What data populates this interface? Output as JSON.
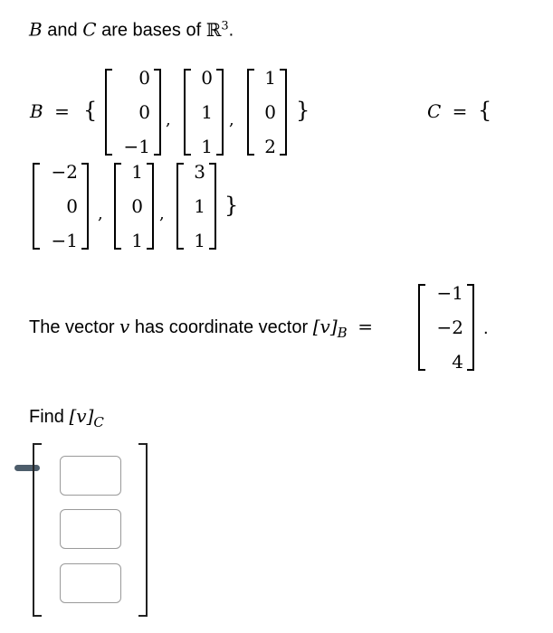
{
  "intro": {
    "b_var": "B",
    "and_text": "and",
    "c_var": "C",
    "are_text": "are bases of",
    "space": "ℝ",
    "exponent": "3",
    "period": "."
  },
  "basis_b": {
    "label": "B",
    "equals": "=",
    "open_brace": "{",
    "close_brace": "}",
    "vectors": [
      [
        "0",
        "0",
        "−1"
      ],
      [
        "0",
        "1",
        "1"
      ],
      [
        "1",
        "0",
        "2"
      ]
    ]
  },
  "basis_c": {
    "label": "C",
    "equals": "=",
    "open_brace": "{",
    "close_brace": "}",
    "vectors": [
      [
        "−2",
        "0",
        "−1"
      ],
      [
        "1",
        "0",
        "1"
      ],
      [
        "3",
        "1",
        "1"
      ]
    ]
  },
  "coordinate": {
    "prefix_text": "The vector",
    "v_var": "v",
    "middle_text": "has coordinate vector",
    "notation": "[v]",
    "subscript": "B",
    "equals": "=",
    "vector": [
      "−1",
      "−2",
      "4"
    ],
    "period": "."
  },
  "task": {
    "find_text": "Find",
    "notation": "[v]",
    "subscript": "C"
  },
  "answer": {
    "inputs": [
      {
        "value": "",
        "placeholder": ""
      },
      {
        "value": "",
        "placeholder": ""
      },
      {
        "value": "",
        "placeholder": ""
      }
    ]
  }
}
